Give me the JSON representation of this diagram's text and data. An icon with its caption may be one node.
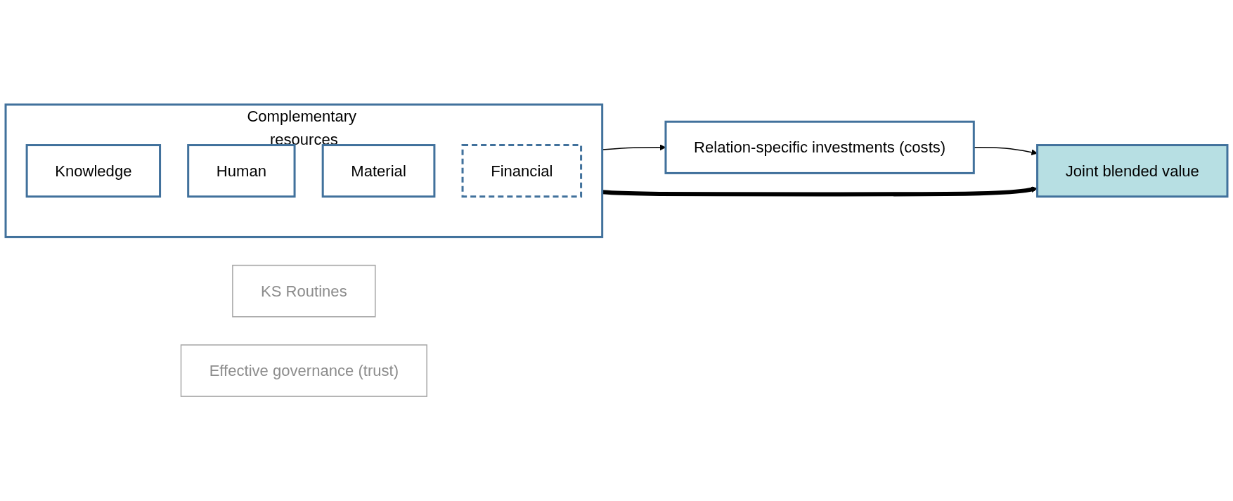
{
  "diagram": {
    "nodes": [
      {
        "text": [
          "Complementary resources"
        ]
      },
      {
        "text": [
          "Knowledge"
        ],
        "in": 0
      },
      {
        "text": [
          "Human"
        ],
        "in": 0
      },
      {
        "text": [
          "Material"
        ],
        "in": 0
      },
      {
        "text": [
          "Financial"
        ],
        "in": 0
      },
      {
        "text": [
          "KS Routines"
        ]
      },
      {
        "text": [
          "Relation-specific investments (costs)"
        ]
      },
      {
        "text": [
          "Joint blended value"
        ]
      },
      {
        "text": [
          "Effective governance (trust)"
        ]
      }
    ],
    "edges": [
      {
        "from": 0,
        "to": 6,
        "arrow": "to"
      },
      {
        "from": 0,
        "to": 7,
        "arrow": "to",
        "style": "thick"
      },
      {
        "from": 6,
        "to": 7,
        "arrow": "to"
      }
    ]
  }
}
